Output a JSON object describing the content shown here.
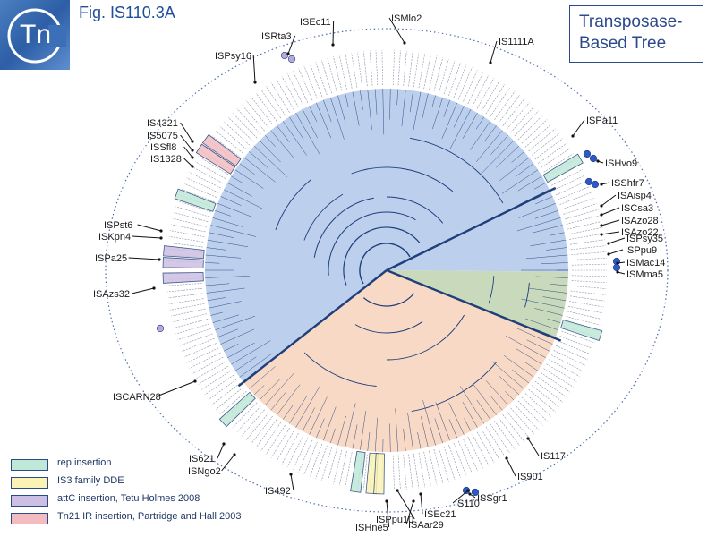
{
  "logo": {
    "text": "Tn",
    "colors": {
      "bg": "#2d5ea6",
      "fg": "#ffffff"
    }
  },
  "figure_title": "Fig. IS110.3A",
  "tree_title": {
    "line1": "Transposase-",
    "line2": "Based Tree"
  },
  "colors": {
    "blue_clade": "#bcd0ee",
    "green_clade": "#c9d9bc",
    "orange_clade": "#f7d9c6",
    "branch": "#1f3f7a",
    "dotted_ring": "#4f6fae",
    "rep_insertion": "#bfe8d8",
    "is3_family_dde": "#fbf3b5",
    "attc_insertion": "#cdbfe3",
    "tn21_ir_insertion": "#f3bcc0",
    "dot_blue": "#2f58c7",
    "dot_lavender": "#b6a8d8"
  },
  "callouts": [
    {
      "id": "isec11",
      "label": "ISEc11"
    },
    {
      "id": "ismlo2",
      "label": "ISMlo2"
    },
    {
      "id": "isrta3",
      "label": "ISRta3"
    },
    {
      "id": "is1111a",
      "label": "IS1111A"
    },
    {
      "id": "ispsy16",
      "label": "ISPsy16"
    },
    {
      "id": "ispa11",
      "label": "ISPa11"
    },
    {
      "id": "is4321",
      "label": "IS4321"
    },
    {
      "id": "is5075",
      "label": "IS5075"
    },
    {
      "id": "issfl8",
      "label": "ISSfl8"
    },
    {
      "id": "is1328",
      "label": "IS1328"
    },
    {
      "id": "ishvo9",
      "label": "ISHvo9"
    },
    {
      "id": "isshfr7",
      "label": "ISShfr7"
    },
    {
      "id": "isaisp4",
      "label": "ISAisp4"
    },
    {
      "id": "iscsa3",
      "label": "ISCsa3"
    },
    {
      "id": "isazo28",
      "label": "ISAzo28"
    },
    {
      "id": "isazo22",
      "label": "ISAzo22"
    },
    {
      "id": "ispst6",
      "label": "ISPst6"
    },
    {
      "id": "iskpn4",
      "label": "ISKpn4"
    },
    {
      "id": "ispsy35",
      "label": "ISPsy35"
    },
    {
      "id": "isppu9",
      "label": "ISPpu9"
    },
    {
      "id": "ispa25",
      "label": "ISPa25"
    },
    {
      "id": "ismac14",
      "label": "ISMac14"
    },
    {
      "id": "ismma5",
      "label": "ISMma5"
    },
    {
      "id": "isazs32",
      "label": "ISAzs32"
    },
    {
      "id": "iscarn28",
      "label": "ISCARN28"
    },
    {
      "id": "is117",
      "label": "IS117"
    },
    {
      "id": "is621",
      "label": "IS621"
    },
    {
      "id": "isngo2",
      "label": "ISNgo2"
    },
    {
      "id": "is901",
      "label": "IS901"
    },
    {
      "id": "is492",
      "label": "IS492"
    },
    {
      "id": "is110",
      "label": "IS110"
    },
    {
      "id": "issgr1",
      "label": "ISSgr1"
    },
    {
      "id": "isec21",
      "label": "ISEc21"
    },
    {
      "id": "isppu10",
      "label": "ISPpu10"
    },
    {
      "id": "isar29",
      "label": "ISAar29"
    },
    {
      "id": "ishne5",
      "label": "ISHne5"
    }
  ],
  "legend": [
    {
      "label": "rep insertion",
      "color": "#bfe8d8"
    },
    {
      "label": "IS3 family DDE",
      "color": "#fbf3b5"
    },
    {
      "label": "attC insertion, Tetu Holmes 2008",
      "color": "#cdbfe3"
    },
    {
      "label": "Tn21 IR insertion, Partridge and Hall 2003",
      "color": "#f3bcc0"
    }
  ]
}
